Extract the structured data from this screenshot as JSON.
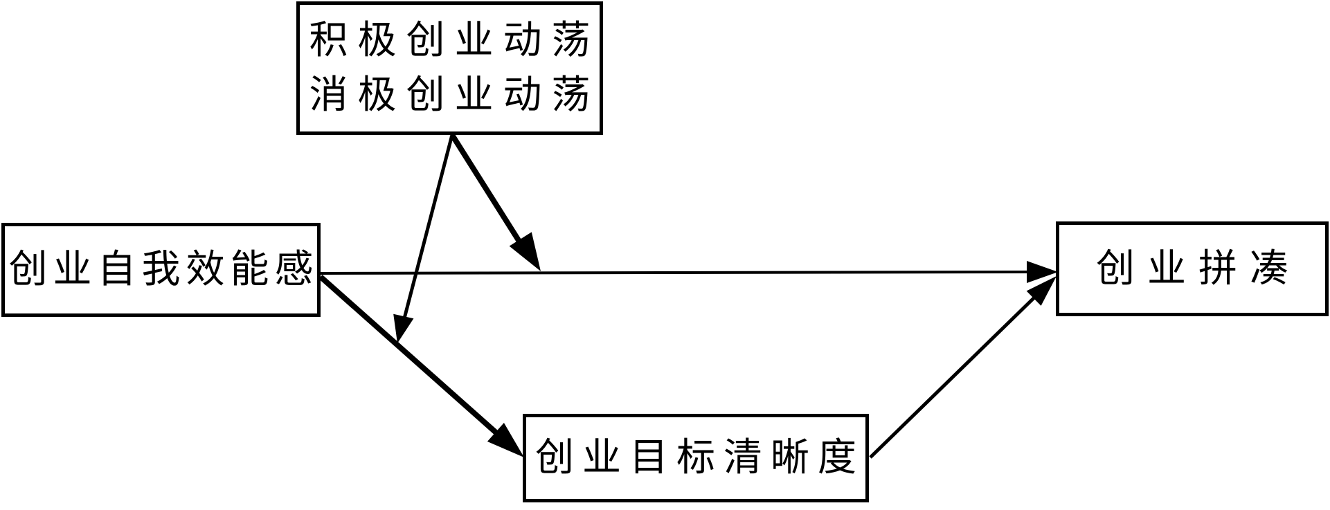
{
  "canvas": {
    "background": "#ffffff",
    "line_color": "#000000"
  },
  "nodes": {
    "turbulence": {
      "line1": "积极创业动荡",
      "line2": "消极创业动荡"
    },
    "self_efficacy": {
      "label": "创业自我效能感"
    },
    "bricolage": {
      "label": "创业拼凑"
    },
    "goal_clarity": {
      "label": "创业目标清晰度"
    }
  },
  "edges": [
    {
      "from": "创业自我效能感",
      "to": "创业拼凑",
      "weight": "thin",
      "type": "direct-path"
    },
    {
      "from": "创业自我效能感",
      "to": "创业目标清晰度",
      "weight": "thick",
      "type": "mediation-path-first-stage"
    },
    {
      "from": "创业目标清晰度",
      "to": "创业拼凑",
      "weight": "thin",
      "type": "mediation-path-second-stage"
    },
    {
      "from": "积极创业动荡 / 消极创业动荡",
      "to": "创业自我效能感 → 创业拼凑 路径",
      "weight": "thick",
      "type": "moderation-of-direct-path"
    },
    {
      "from": "积极创业动荡 / 消极创业动荡",
      "to": "创业自我效能感 → 创业目标清晰度 路径",
      "weight": "thin",
      "type": "moderation-of-first-stage"
    }
  ]
}
